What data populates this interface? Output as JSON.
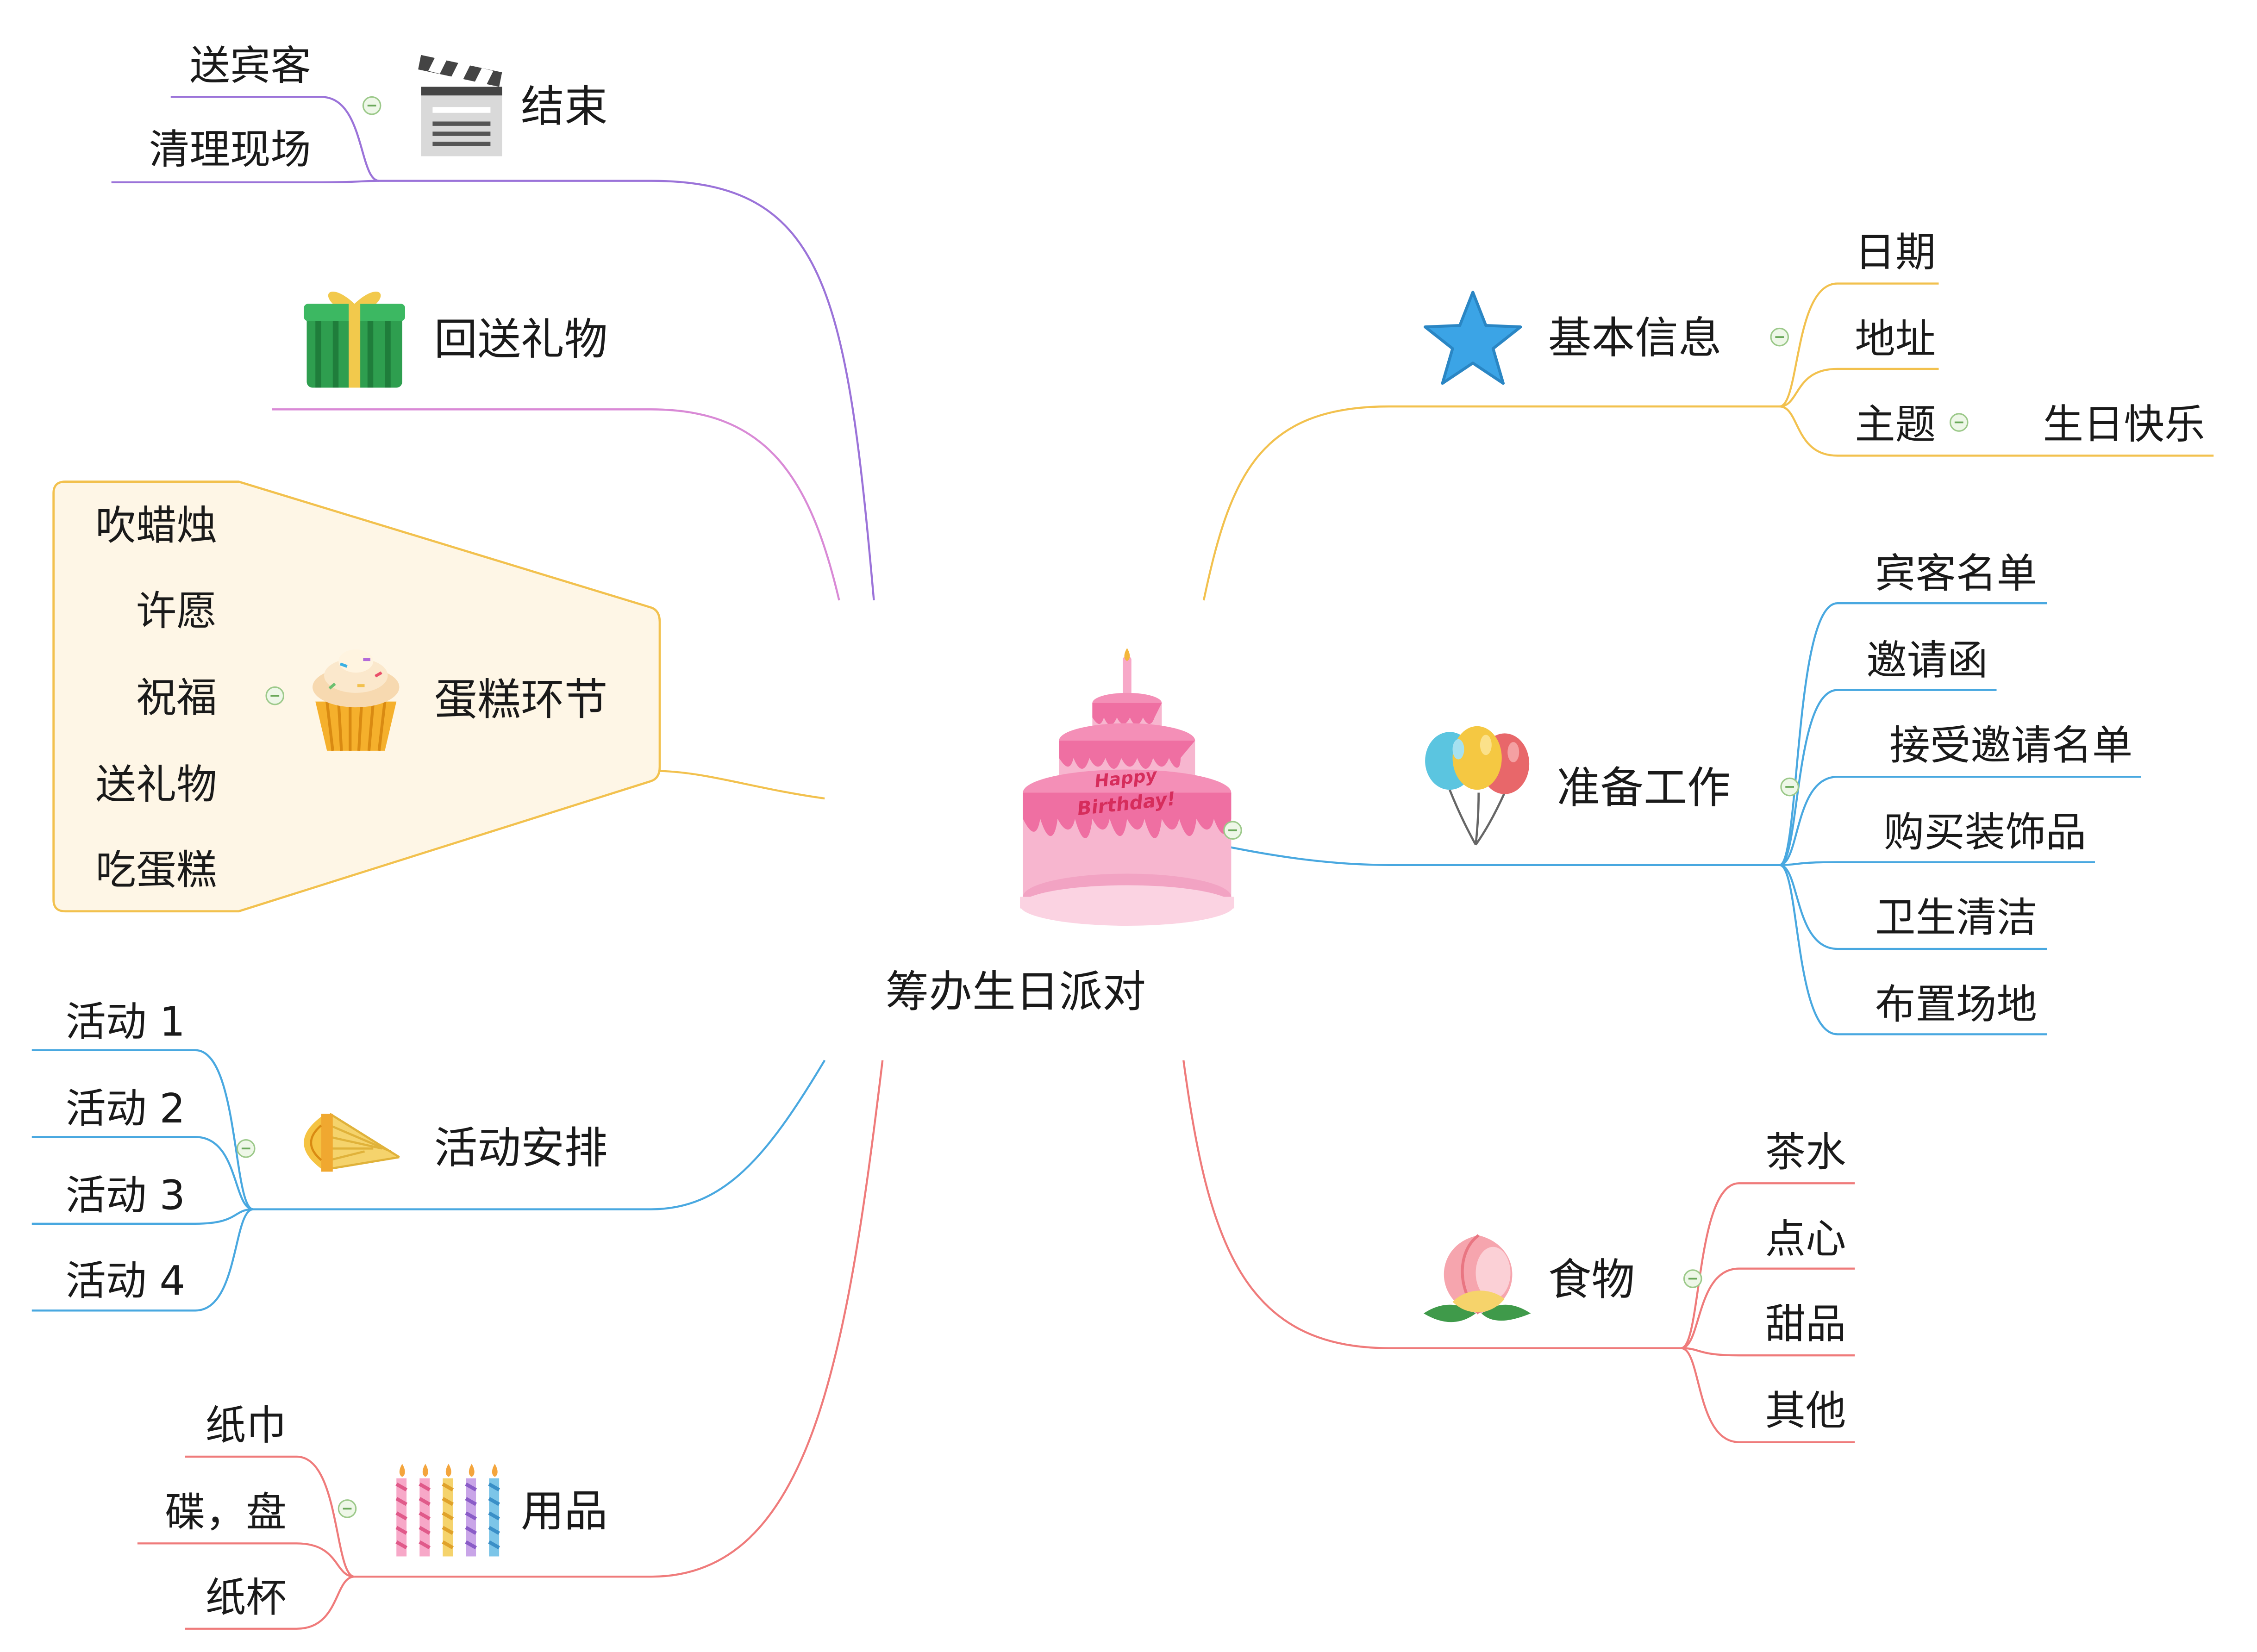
{
  "root": {
    "label": "筹办生日派对"
  },
  "branches": [
    {
      "key": "end",
      "label": "结束",
      "icon": "clapperboard-icon",
      "color": "#9b73d9",
      "children": [
        "送宾客",
        "清理现场"
      ]
    },
    {
      "key": "gift",
      "label": "回送礼物",
      "icon": "gift-box-icon",
      "color": "#d98ad6",
      "children": []
    },
    {
      "key": "cake",
      "label": "蛋糕环节",
      "icon": "cupcake-icon",
      "color": "#f2c14e",
      "children": [
        "吹蜡烛",
        "许愿",
        "祝福",
        "送礼物",
        "吃蛋糕"
      ]
    },
    {
      "key": "activity",
      "label": "活动安排",
      "icon": "shuttlecock-icon",
      "color": "#49a8e0",
      "children": [
        "活动 1",
        "活动 2",
        "活动 3",
        "活动 4"
      ]
    },
    {
      "key": "supplies",
      "label": "用品",
      "icon": "candles-icon",
      "color": "#ef7b7b",
      "children": [
        "纸巾",
        "碟，盘",
        "纸杯"
      ]
    },
    {
      "key": "info",
      "label": "基本信息",
      "icon": "star-icon",
      "color": "#f2c14e",
      "children": [
        "日期",
        "地址",
        "主题"
      ],
      "theme_value": "生日快乐"
    },
    {
      "key": "prep",
      "label": "准备工作",
      "icon": "balloons-icon",
      "color": "#49a8e0",
      "children": [
        "宾客名单",
        "邀请函",
        "接受邀请名单",
        "购买装饰品",
        "卫生清洁",
        "布置场地"
      ]
    },
    {
      "key": "food",
      "label": "食物",
      "icon": "peach-icon",
      "color": "#ef7b7b",
      "children": [
        "茶水",
        "点心",
        "甜品",
        "其他"
      ]
    }
  ],
  "cake_text": [
    "Happy",
    "Birthday!"
  ]
}
